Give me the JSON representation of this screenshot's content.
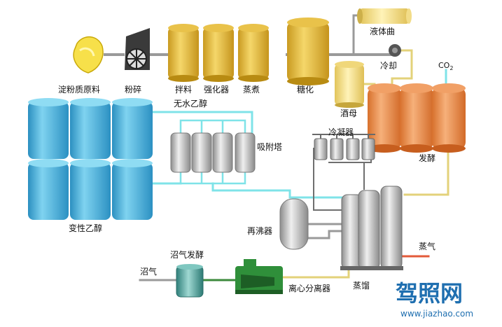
{
  "diagram": {
    "labels": {
      "starch": "淀粉质原料",
      "crush": "粉碎",
      "mixing": "拌料",
      "strengthener": "强化器",
      "cooking": "蒸煮",
      "saccharification": "糖化",
      "liquid_koji": "液体曲",
      "cooling": "冷却",
      "co2": "CO",
      "co2_sub": "2",
      "yeast": "酒母",
      "fermentation": "发酵",
      "anhydrous_ethanol": "无水乙醇",
      "adsorption_tower": "吸附塔",
      "condenser": "冷凝器",
      "denatured_ethanol": "变性乙醇",
      "reboiler": "再沸器",
      "steam": "蒸气",
      "distillation_tank": "蒸馏",
      "biogas_fermentation": "沼气发酵",
      "biogas": "沼气",
      "centrifuge": "离心分离器"
    },
    "colors": {
      "blue_tank": "#3aa9d4",
      "gold_tank": "#e0b43a",
      "orange_tank": "#e88a44",
      "grey_tank": "#b8b8b8",
      "pipe_grey": "#9a9a9a",
      "pipe_cyan": "#7fe3e8",
      "pipe_yellow": "#e3d27a",
      "pipe_green": "#3c8a3c",
      "centrifuge": "#2f8f3a",
      "steam_pipe": "#e35a3a"
    }
  },
  "watermark": {
    "brand": "驾照网",
    "url": "www.jiazhao.com"
  }
}
